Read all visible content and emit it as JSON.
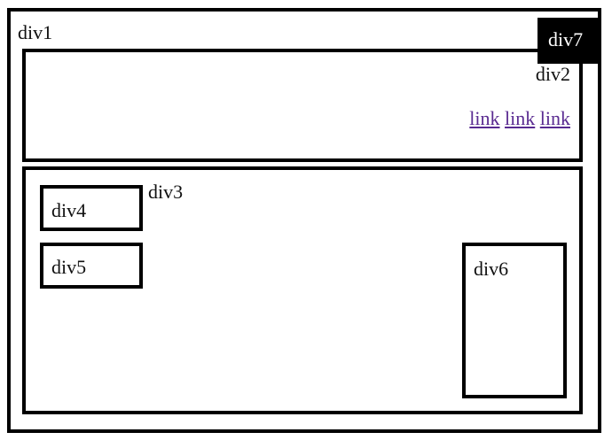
{
  "boxes": {
    "div1": {
      "label": "div1"
    },
    "div2": {
      "label": "div2"
    },
    "div3": {
      "label": "div3"
    },
    "div4": {
      "label": "div4"
    },
    "div5": {
      "label": "div5"
    },
    "div6": {
      "label": "div6"
    },
    "div7": {
      "label": "div7"
    }
  },
  "links": [
    {
      "text": "link"
    },
    {
      "text": "link"
    },
    {
      "text": "link"
    }
  ],
  "colors": {
    "border": "#000000",
    "background": "#ffffff",
    "link": "#5a2b91",
    "overlay_bg": "#000000",
    "overlay_text": "#ffffff"
  }
}
